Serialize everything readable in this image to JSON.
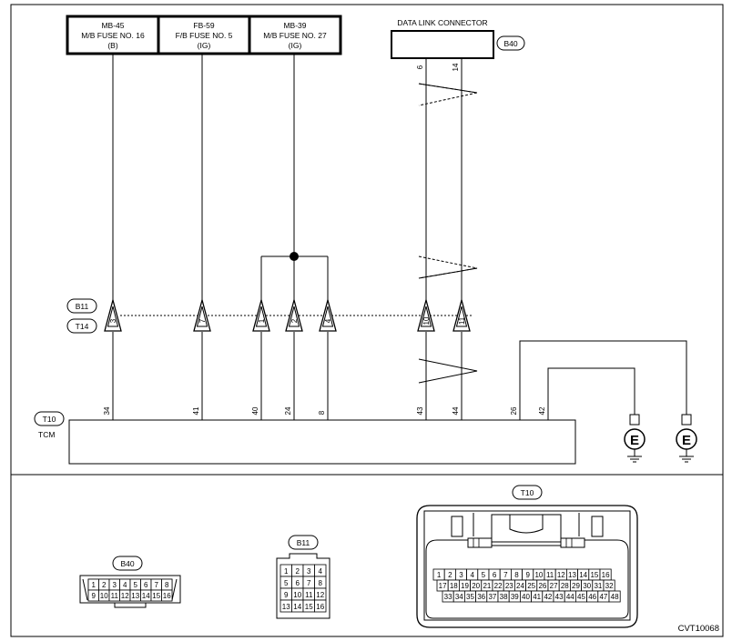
{
  "fuses": [
    {
      "id": "MB-45",
      "label": "M/B FUSE NO. 16",
      "power": "(B)"
    },
    {
      "id": "FB-59",
      "label": "F/B FUSE NO. 5",
      "power": "(IG)"
    },
    {
      "id": "MB-39",
      "label": "M/B FUSE NO. 27",
      "power": "(IG)"
    }
  ],
  "data_link": {
    "title": "DATA LINK CONNECTOR",
    "connector": "B40",
    "pins": [
      "6",
      "14"
    ]
  },
  "connectors": {
    "b11": "B11",
    "t14": "T14",
    "t10": "T10"
  },
  "b11_pins": [
    "3",
    "7",
    "1",
    "2",
    "4",
    "10",
    "11"
  ],
  "tcm": {
    "connector": "T10",
    "label": "TCM",
    "pins": [
      "34",
      "41",
      "40",
      "24",
      "8",
      "43",
      "44",
      "26",
      "42"
    ]
  },
  "ground_symbol": "E",
  "connector_views": {
    "b40": {
      "label": "B40",
      "row1": [
        "1",
        "2",
        "3",
        "4",
        "5",
        "6",
        "7",
        "8"
      ],
      "row2": [
        "9",
        "10",
        "11",
        "12",
        "13",
        "14",
        "15",
        "16"
      ]
    },
    "b11": {
      "label": "B11",
      "rows": [
        [
          "1",
          "2",
          "3",
          "4"
        ],
        [
          "5",
          "6",
          "7",
          "8"
        ],
        [
          "9",
          "10",
          "11",
          "12"
        ],
        [
          "13",
          "14",
          "15",
          "16"
        ]
      ]
    },
    "t10": {
      "label": "T10",
      "row1": [
        "1",
        "2",
        "3",
        "4",
        "5",
        "6",
        "7",
        "8",
        "9",
        "10",
        "11",
        "12",
        "13",
        "14",
        "15",
        "16"
      ],
      "row2": [
        "17",
        "18",
        "19",
        "20",
        "21",
        "22",
        "23",
        "24",
        "25",
        "26",
        "27",
        "28",
        "29",
        "30",
        "31",
        "32"
      ],
      "row3": [
        "33",
        "34",
        "35",
        "36",
        "37",
        "38",
        "39",
        "40",
        "41",
        "42",
        "43",
        "44",
        "45",
        "46",
        "47",
        "48"
      ]
    }
  },
  "figure_code": "CVT10068"
}
